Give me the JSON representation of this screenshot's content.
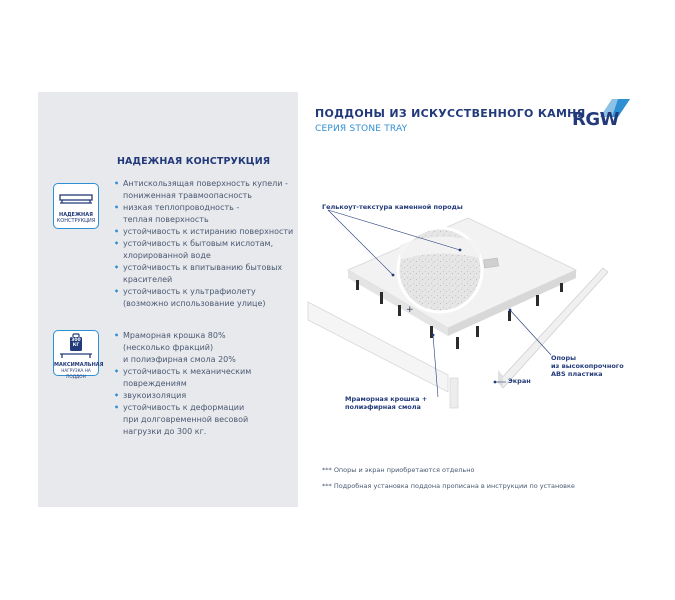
{
  "header": {
    "title": "ПОДДОНЫ ИЗ ИСКУССТВЕННОГО КАМНЯ",
    "subtitle": "СЕРИЯ STONE TRAY",
    "logo_text": "RGW"
  },
  "section": {
    "title": "НАДЕЖНАЯ КОНСТРУКЦИЯ"
  },
  "badges": [
    {
      "icon": "beam-construction-icon",
      "label_line1": "НАДЕЖНАЯ",
      "label_line2": "КОНСТРУКЦИЯ"
    },
    {
      "icon": "weight-load-icon",
      "weight_text": "300",
      "weight_unit": "КГ",
      "label_line1": "МАКСИМАЛЬНАЯ",
      "label_line2": "НАГРУЗКА НА ПОДДОН"
    }
  ],
  "features_group1": [
    {
      "text": "Антискользящая поверхность купели -",
      "bullet": true
    },
    {
      "text": "пониженная травмоопасность",
      "bullet": false
    },
    {
      "text": "низкая теплопроводность -",
      "bullet": true
    },
    {
      "text": "теплая поверхность",
      "bullet": false
    },
    {
      "text": "устойчивость к истиранию поверхности",
      "bullet": true
    },
    {
      "text": "устойчивость к бытовым кислотам,",
      "bullet": true
    },
    {
      "text": "хлорированной воде",
      "bullet": false
    },
    {
      "text": "устойчивость к впитыванию бытовых",
      "bullet": true
    },
    {
      "text": "красителей",
      "bullet": false
    },
    {
      "text": "устойчивость к ультрафиолету",
      "bullet": true
    },
    {
      "text": "(возможно использование улице)",
      "bullet": false
    }
  ],
  "features_group2": [
    {
      "text": "Мраморная крошка 80%",
      "bullet": true
    },
    {
      "text": "(несколько фракций)",
      "bullet": false
    },
    {
      "text": "и полиэфирная смола 20%",
      "bullet": false
    },
    {
      "text": "устойчивость к механическим",
      "bullet": true
    },
    {
      "text": "повреждениям",
      "bullet": false
    },
    {
      "text": "звукоизоляция",
      "bullet": true
    },
    {
      "text": "устойчивость к деформации",
      "bullet": true
    },
    {
      "text": "при долговременной весовой",
      "bullet": false
    },
    {
      "text": "нагрузки до 300 кг.",
      "bullet": false
    }
  ],
  "callouts": {
    "gelcoat": "Гелькоут-текстура каменной породы",
    "supports_line1": "Опоры",
    "supports_line2": "из высокопрочного",
    "supports_line3": "ABS пластика",
    "screen": "Экран",
    "marble_line1": "Мраморная крошка +",
    "marble_line2": "полиэфирная смола"
  },
  "notes": [
    "*** Опоры и экран приобретаются отдельно",
    "*** Подробная установка поддона прописана в инструкции по установке"
  ],
  "colors": {
    "brand_navy": "#223a7a",
    "accent_blue": "#2f8fd3",
    "panel_gray": "#e8e9ec"
  }
}
